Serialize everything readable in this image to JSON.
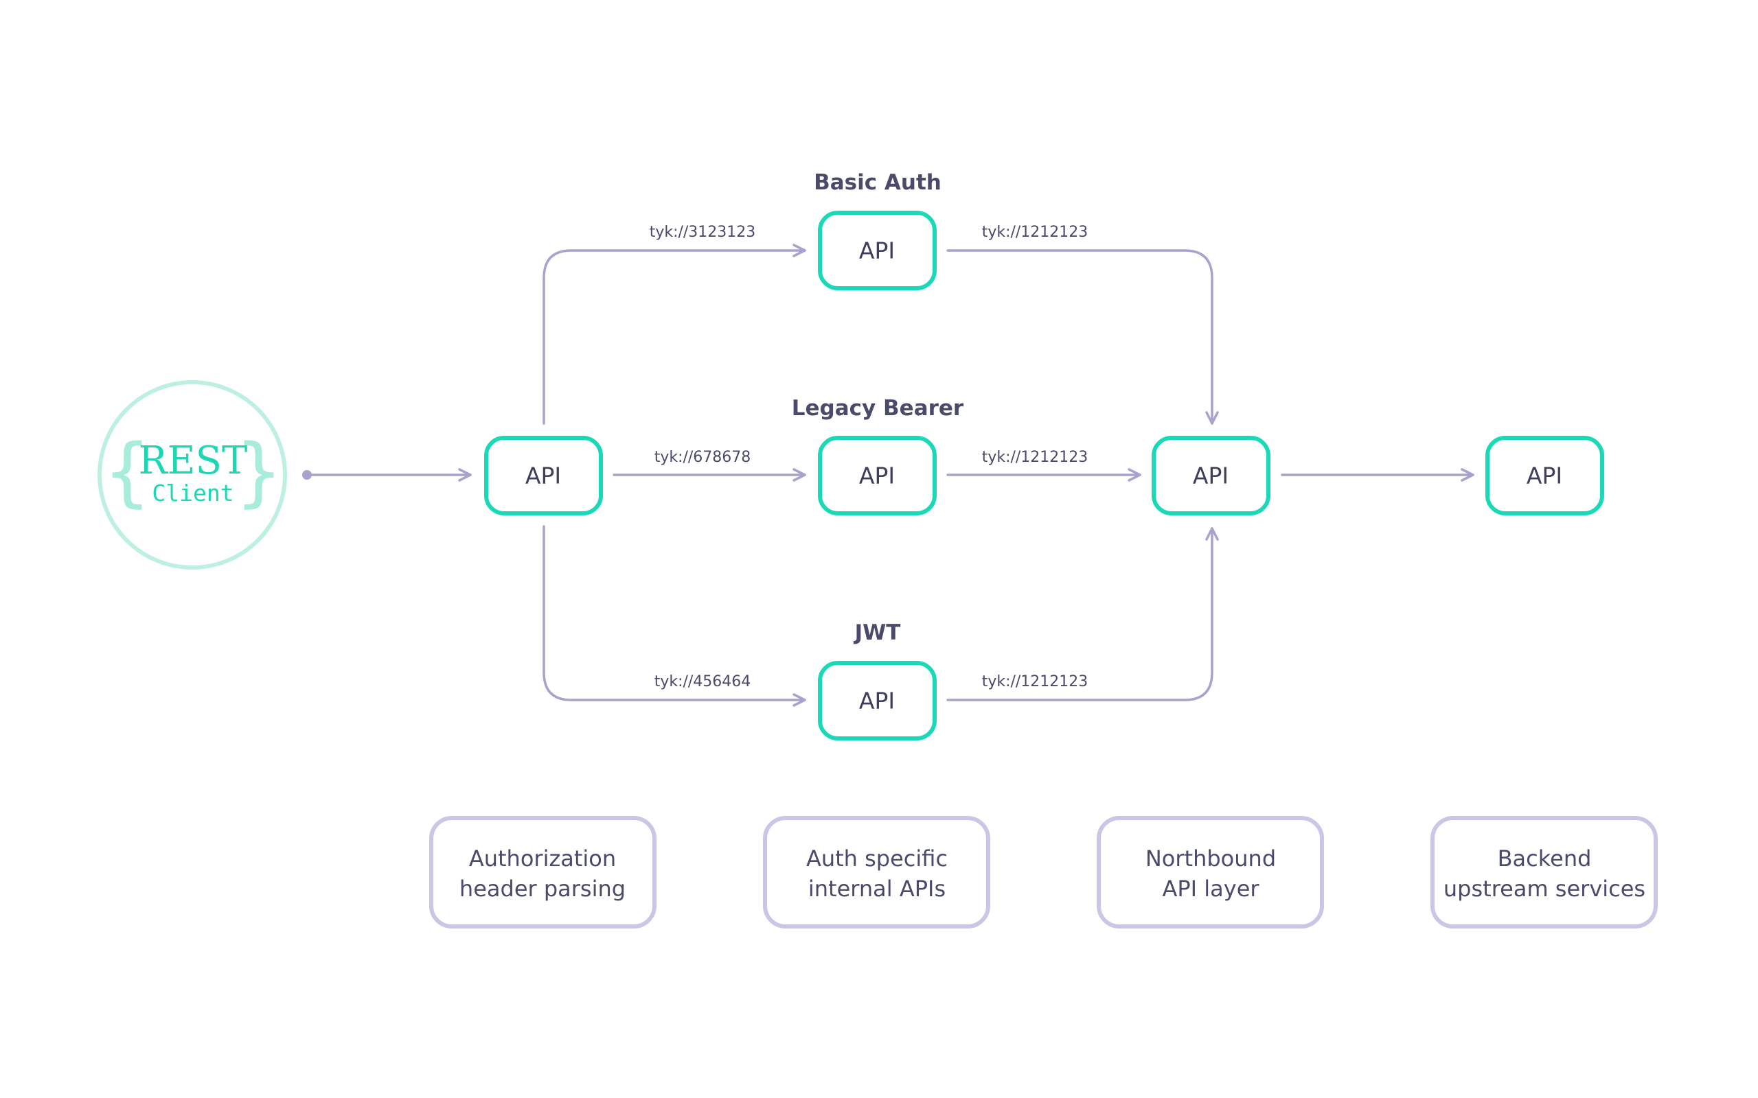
{
  "colors": {
    "accent": "#19d9b6",
    "accent_light": "#bdf0e3",
    "line": "#a7a3cc",
    "caption_border": "#c9c6e6",
    "text": "#4a4a6a"
  },
  "client": {
    "title": "REST",
    "subtitle": "Client",
    "brace_open": "{",
    "brace_close": "}"
  },
  "groups": {
    "basic": "Basic Auth",
    "legacy": "Legacy Bearer",
    "jwt": "JWT"
  },
  "nodes": {
    "parser": "API",
    "basic": "API",
    "legacy": "API",
    "jwt": "API",
    "northbound": "API",
    "backend": "API"
  },
  "edges": {
    "to_basic": "tyk://3123123",
    "to_legacy": "tyk://678678",
    "to_jwt": "tyk://456464",
    "basic_out": "tyk://1212123",
    "legacy_out": "tyk://1212123",
    "jwt_out": "tyk://1212123"
  },
  "captions": {
    "parser": [
      "Authorization",
      "header parsing"
    ],
    "internal": [
      "Auth specific",
      "internal APIs"
    ],
    "northbound": [
      "Northbound",
      "API layer"
    ],
    "backend": [
      "Backend",
      "upstream services"
    ]
  }
}
